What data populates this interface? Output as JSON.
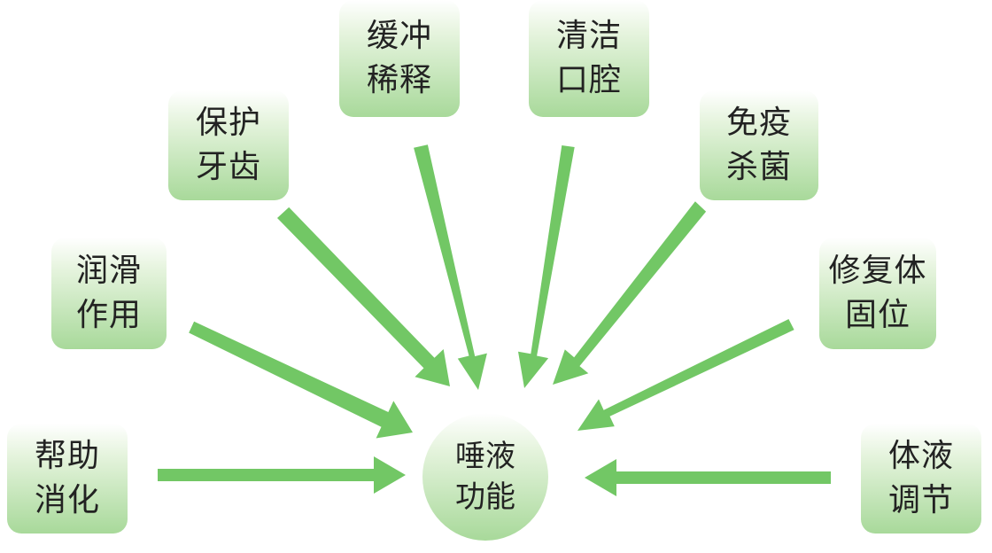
{
  "center": {
    "line1": "唾液",
    "line2": "功能"
  },
  "functions": [
    {
      "id": "help",
      "line1": "帮助",
      "line2": "消化"
    },
    {
      "id": "lube",
      "line1": "润滑",
      "line2": "作用"
    },
    {
      "id": "teeth",
      "line1": "保护",
      "line2": "牙齿"
    },
    {
      "id": "buffer",
      "line1": "缓冲",
      "line2": "稀释"
    },
    {
      "id": "clean",
      "line1": "清洁",
      "line2": "口腔"
    },
    {
      "id": "immune",
      "line1": "免疫",
      "line2": "杀菌"
    },
    {
      "id": "repair",
      "line1": "修复体",
      "line2": "固位"
    },
    {
      "id": "fluid",
      "line1": "体液",
      "line2": "调节"
    }
  ],
  "colors": {
    "arrow": "#72c765",
    "box_light": "#e6f4de",
    "box_dark": "#a8d99a",
    "text": "#222222"
  },
  "icons": {
    "connector": "arrow-right"
  }
}
